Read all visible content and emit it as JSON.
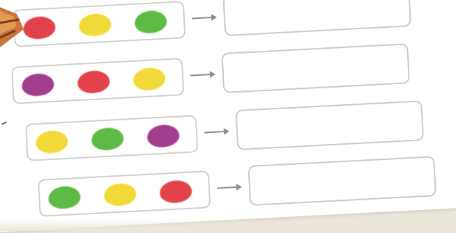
{
  "colors": {
    "red": "#e2434b",
    "yellow": "#f2d93a",
    "green": "#5dbb45",
    "purple": "#a23c8f",
    "box_border": "#cfcfcf",
    "arrow": "#8c8c8c"
  },
  "rows": [
    {
      "sequence": [
        "red",
        "yellow",
        "green"
      ],
      "answer": ""
    },
    {
      "sequence": [
        "purple",
        "red",
        "yellow"
      ],
      "answer": ""
    },
    {
      "sequence": [
        "yellow",
        "green",
        "purple"
      ],
      "answer": ""
    },
    {
      "sequence": [
        "green",
        "yellow",
        "red"
      ],
      "answer": ""
    }
  ]
}
